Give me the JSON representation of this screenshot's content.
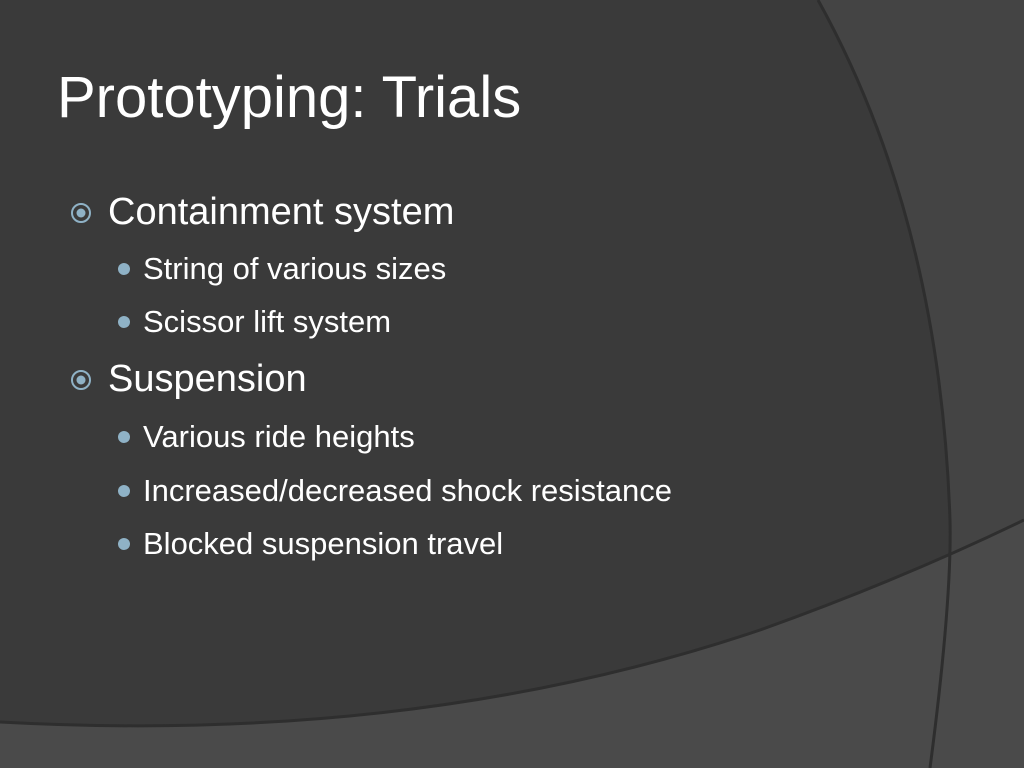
{
  "slide": {
    "title": "Prototyping: Trials",
    "sections": [
      {
        "heading": "Containment system",
        "items": [
          "String of various sizes",
          "Scissor lift system"
        ]
      },
      {
        "heading": "Suspension",
        "items": [
          "Various ride heights",
          "Increased/decreased shock resistance",
          "Blocked suspension travel"
        ]
      }
    ]
  },
  "colors": {
    "background": "#3a3a3a",
    "accent_shape": "#454545",
    "bullet": "#8fb2c6",
    "text": "#ffffff"
  },
  "icons": {
    "level1_bullet": "circled-dot-icon",
    "level2_bullet": "filled-circle-icon"
  }
}
